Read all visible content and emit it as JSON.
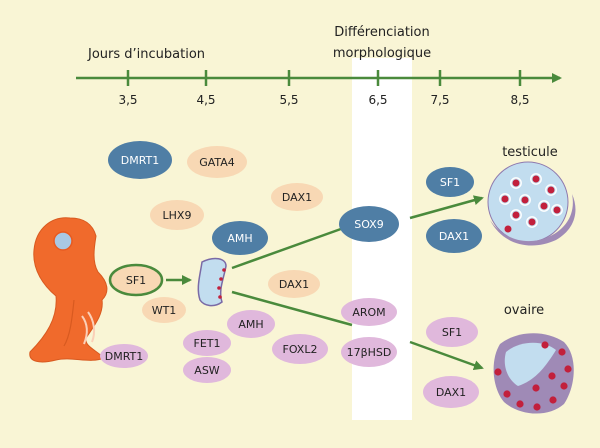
{
  "timeline": {
    "title": "Jours d’incubation",
    "marks": [
      "3,5",
      "4,5",
      "5,5",
      "6,5",
      "7,5",
      "8,5"
    ]
  },
  "highlight_label": [
    "Différenciation",
    "morphologique"
  ],
  "organs": {
    "testis": "testicule",
    "ovary": "ovaire"
  },
  "genes": {
    "dmrt1_top": "DMRT1",
    "gata4": "GATA4",
    "lhx9": "LHX9",
    "dax1_upper": "DAX1",
    "amh_blue": "AMH",
    "sf1_embryo": "SF1",
    "wt1": "WT1",
    "dax1_mid": "DAX1",
    "amh_pink": "AMH",
    "fet1": "FET1",
    "asw": "ASW",
    "dmrt1_low": "DMRT1",
    "foxl2": "FOXL2",
    "sox9": "SOX9",
    "arom": "AROM",
    "hsd17b": "17βHSD",
    "sf1_testis": "SF1",
    "dax1_testis": "DAX1",
    "sf1_ovary": "SF1",
    "dax1_ovary": "DAX1"
  },
  "colors": {
    "background": "#f9f5d5",
    "timeline": "#4a8a3c",
    "blue_pill": "#4f7ea5",
    "peach_pill": "#f8d8b4",
    "pink_pill": "#e0b8dc",
    "embryo": "#f06a2c",
    "gonad": "#c2ddef",
    "organ_wall": "#9f8ab6",
    "organ_dots": "#c2203c",
    "highlight": "#ffffff"
  }
}
